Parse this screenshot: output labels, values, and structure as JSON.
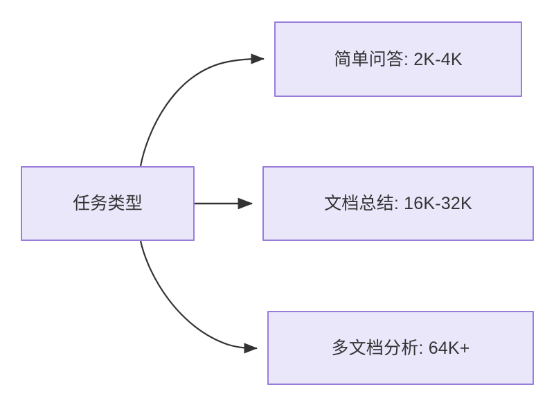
{
  "diagram": {
    "type": "flowchart",
    "direction": "left-to-right",
    "background_color": "#ffffff",
    "node_fill_color": "#eae7fb",
    "node_border_color": "#9a7ddb",
    "node_text_color": "#333333",
    "edge_color": "#333333",
    "source_node": {
      "id": "task-type",
      "label": "任务类型"
    },
    "target_nodes": [
      {
        "id": "simple-qa",
        "label": "简单问答: 2K-4K",
        "edge_style": "curved-up",
        "arrowhead": "solid-triangle"
      },
      {
        "id": "doc-summary",
        "label": "文档总结: 16K-32K",
        "edge_style": "straight",
        "arrowhead": "solid-triangle"
      },
      {
        "id": "multi-doc-analysis",
        "label": "多文档分析: 64K+",
        "edge_style": "curved-down",
        "arrowhead": "solid-triangle"
      }
    ]
  }
}
